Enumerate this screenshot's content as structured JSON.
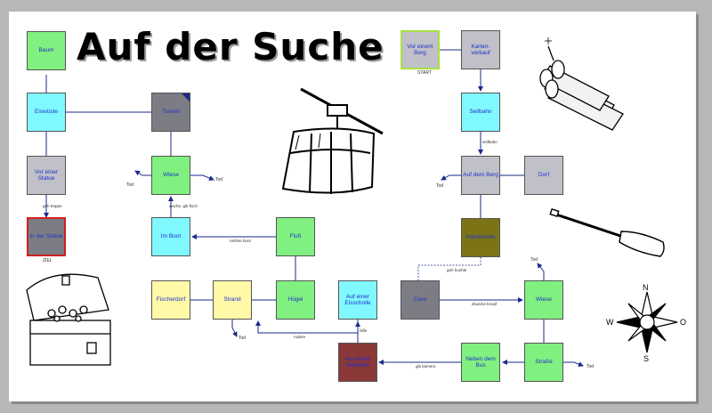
{
  "title": "Auf der Suche",
  "nodes": {
    "baum": "Baum",
    "eiswueste": "Eiswüste",
    "statue1": "Vor einer Statue",
    "statue2": "In der Statue",
    "tunnel": "Tunnel",
    "wiese_l": "Wiese",
    "imboot": "Im Boot",
    "fluss": "Fluß",
    "fischerdorf": "Fischerdorf",
    "strand": "Strand",
    "huegel": "Hügel",
    "eisscholle": "Auf einer Eisscholle",
    "satellit": "Au einem Satelliten",
    "vorberg": "Vor einem Berg",
    "karten": "Karten-verkauf",
    "seilbahn": "Seilbahn",
    "aufberg": "Auf dem Berg",
    "dorf": "Dorf",
    "plastik": "Plastikhütte",
    "cave": "Cave",
    "wiese_r": "Wiese",
    "nebenbus": "Neben dem Bus",
    "strasse": "Straße"
  },
  "edge_labels": {
    "geh_treppe": "geh treppe",
    "wache": "wache, gib fisch",
    "nehme_boot": "nehme boot",
    "rudere": "rudere",
    "hilfe": "hilfe",
    "gib_kamera": "gib kamera",
    "seilbahn": "seilbahn",
    "geh_hoehle": "geh hoehle",
    "drueckeknopf": "druecke knopf"
  },
  "markers": {
    "start": "START",
    "ziel": "ZIEL",
    "tod": "Tod"
  },
  "compass": {
    "n": "N",
    "s": "S",
    "w": "W",
    "o": "O"
  },
  "icons": [
    "cable-car-icon",
    "dynamite-icon",
    "paddle-icon",
    "treasure-chest-icon",
    "compass-rose-icon"
  ],
  "colors": {
    "green": "#80f080",
    "cyan": "#80f8ff",
    "gray": "#c0c0c8",
    "darkgray": "#7c7c84",
    "yellow": "#fff9a8",
    "olive": "#7c7414",
    "maroon": "#8a3838",
    "start_border": "#a8e040",
    "ziel_border": "#d02020",
    "label_text": "#1e32c8"
  }
}
